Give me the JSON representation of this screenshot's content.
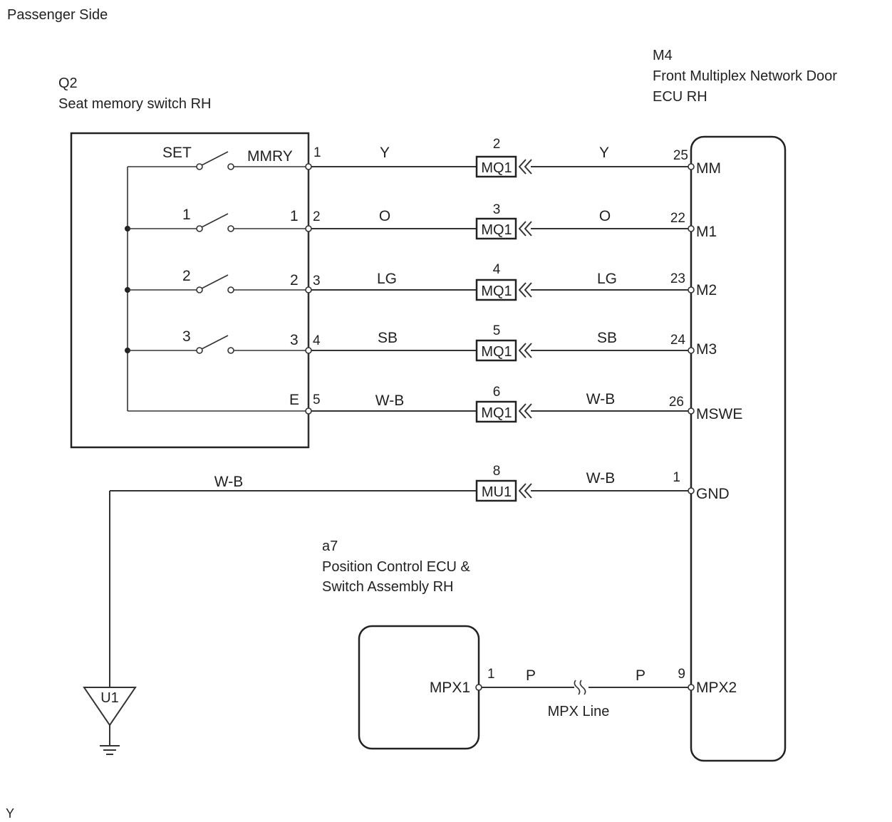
{
  "page_title": "Passenger Side",
  "footer_code": "Y",
  "q2": {
    "code": "Q2",
    "name": "Seat memory switch RH"
  },
  "m4": {
    "code": "M4",
    "name_line1": "Front Multiplex Network Door",
    "name_line2": "ECU RH"
  },
  "a7": {
    "code": "a7",
    "name_line1": "Position Control ECU &",
    "name_line2": "Switch Assembly RH"
  },
  "switches": [
    {
      "label": "SET",
      "right_label": "MMRY",
      "q2_pin": "1",
      "wire_left": "Y",
      "conn_pin": "2",
      "connector": "MQ1",
      "wire_right": "Y",
      "m4_pin": "25",
      "m4_label": "MM"
    },
    {
      "label": "1",
      "right_label": "1",
      "q2_pin": "2",
      "wire_left": "O",
      "conn_pin": "3",
      "connector": "MQ1",
      "wire_right": "O",
      "m4_pin": "22",
      "m4_label": "M1"
    },
    {
      "label": "2",
      "right_label": "2",
      "q2_pin": "3",
      "wire_left": "LG",
      "conn_pin": "4",
      "connector": "MQ1",
      "wire_right": "LG",
      "m4_pin": "23",
      "m4_label": "M2"
    },
    {
      "label": "3",
      "right_label": "3",
      "q2_pin": "4",
      "wire_left": "SB",
      "conn_pin": "5",
      "connector": "MQ1",
      "wire_right": "SB",
      "m4_pin": "24",
      "m4_label": "M3"
    }
  ],
  "ground_row": {
    "right_label": "E",
    "q2_pin": "5",
    "wire_left": "W-B",
    "conn_pin": "6",
    "connector": "MQ1",
    "wire_right": "W-B",
    "m4_pin": "26",
    "m4_label": "MSWE"
  },
  "gnd_row": {
    "wire_left": "W-B",
    "conn_pin": "8",
    "connector": "MU1",
    "wire_right": "W-B",
    "m4_pin": "1",
    "m4_label": "GND"
  },
  "ground_point": "U1",
  "mpx": {
    "a7_label": "MPX1",
    "a7_pin": "1",
    "wire_left": "P",
    "wire_right": "P",
    "m4_pin": "9",
    "m4_label": "MPX2",
    "line_label": "MPX Line"
  }
}
